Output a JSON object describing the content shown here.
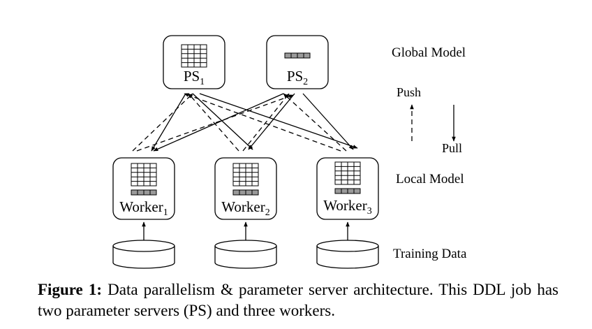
{
  "servers": [
    {
      "name": "PS",
      "sub": "1"
    },
    {
      "name": "PS",
      "sub": "2"
    }
  ],
  "workers": [
    {
      "name": "Worker",
      "sub": "1"
    },
    {
      "name": "Worker",
      "sub": "2"
    },
    {
      "name": "Worker",
      "sub": "3"
    }
  ],
  "labels": {
    "global_model": "Global Model",
    "local_model": "Local Model",
    "training_data": "Training Data",
    "push": "Push",
    "pull": "Pull"
  },
  "caption": {
    "label": "Figure 1:",
    "text": " Data parallelism & parameter server architecture. This DDL job has two parameter servers (PS) and three workers."
  }
}
